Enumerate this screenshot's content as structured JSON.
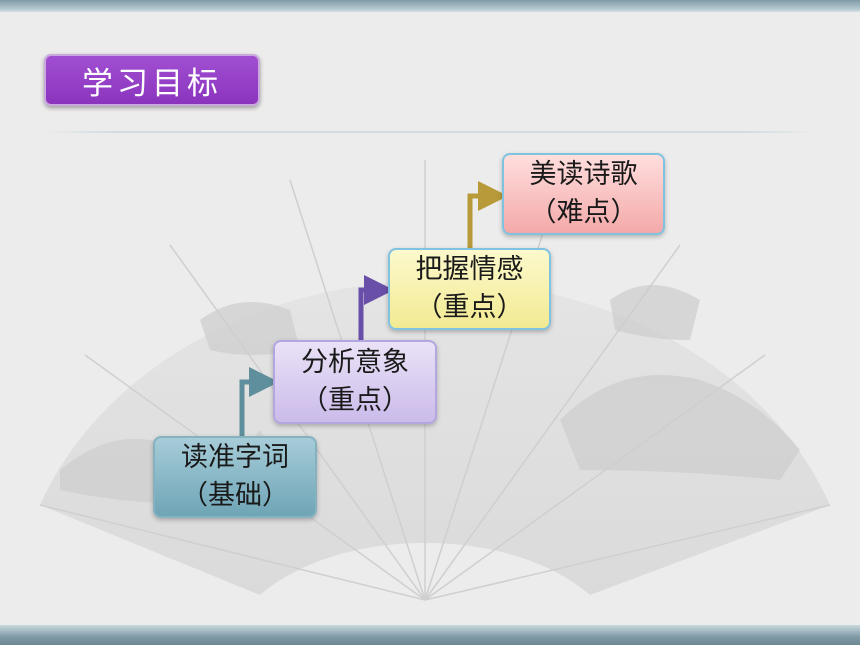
{
  "slide": {
    "title": "学习目标",
    "steps": [
      {
        "line1": "读准字词",
        "line2": "（基础）"
      },
      {
        "line1": "分析意象",
        "line2": "（重点）"
      },
      {
        "line1": "把握情感",
        "line2": "（重点）"
      },
      {
        "line1": "美读诗歌",
        "line2": "（难点）"
      }
    ]
  },
  "colors": {
    "title_bg": "#8a34bd",
    "step1": "#6fa5b6",
    "step2": "#cbbbea",
    "step3": "#f2ea92",
    "step4": "#f4a9a9",
    "arrow1": "#5f8f9c",
    "arrow2": "#6a4fa8",
    "arrow3": "#b89a3a"
  }
}
